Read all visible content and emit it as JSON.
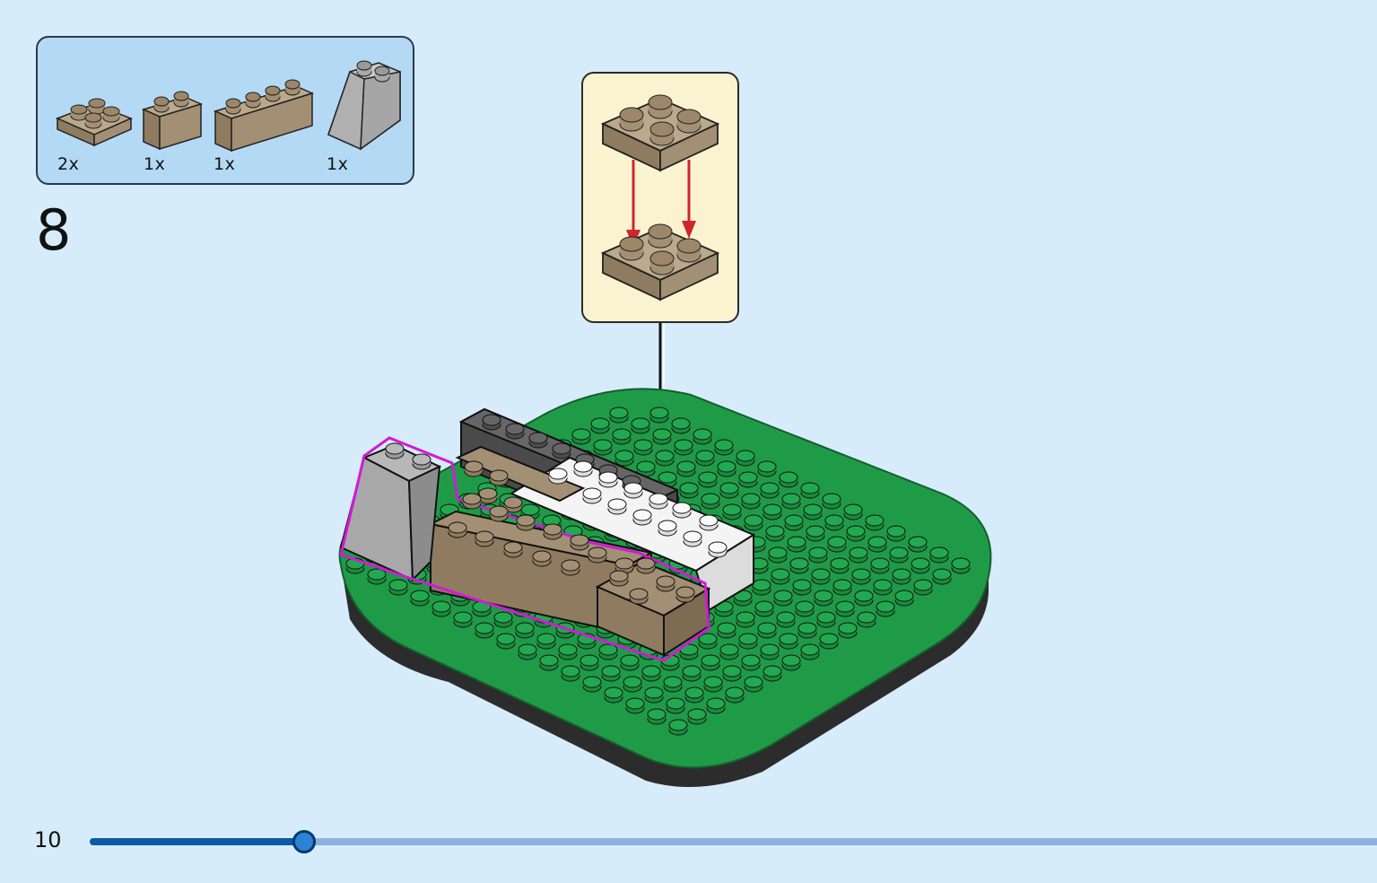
{
  "parts_list": {
    "items": [
      {
        "name": "tan-2x2-plate",
        "color": "#a38f74",
        "quantity": "2x"
      },
      {
        "name": "tan-1x2-brick",
        "color": "#a38f74",
        "quantity": "1x"
      },
      {
        "name": "tan-1x4-brick",
        "color": "#a38f74",
        "quantity": "1x"
      },
      {
        "name": "grey-slope-brick",
        "color": "#b4b4b4",
        "quantity": "1x"
      }
    ]
  },
  "step": {
    "number": "8"
  },
  "callout": {
    "arrow_color": "#d0262c"
  },
  "highlight_color": "#d21ad6",
  "footer": {
    "page_number": "10",
    "progress": 0.166
  },
  "colors": {
    "background": "#d6ecfb",
    "baseplate_green": "#1f9b47",
    "tan": "#a38f74",
    "dark_grey": "#5a5a5a",
    "white": "#f4f4f4"
  }
}
